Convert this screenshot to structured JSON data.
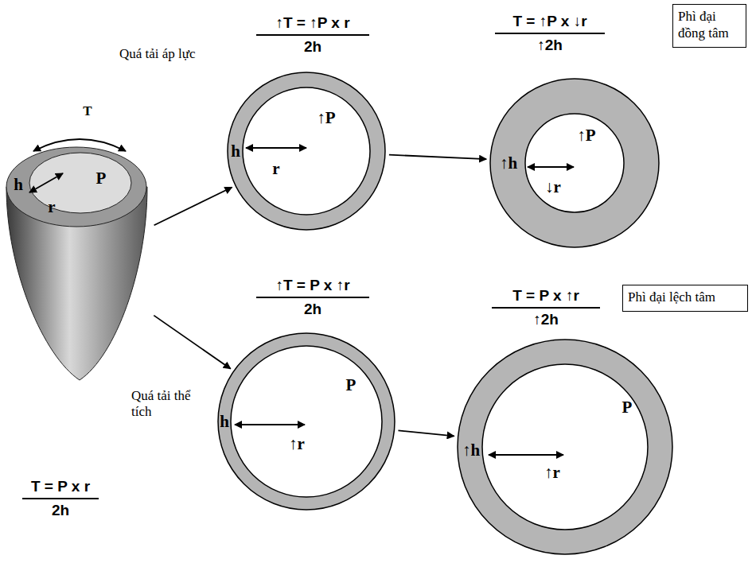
{
  "diagram": {
    "nodes": [
      {
        "text": [
          "h",
          "r",
          "P"
        ]
      },
      {
        "text": [
          "↑P",
          "h",
          "r"
        ]
      },
      {
        "text": [
          "↑P",
          "↑h",
          "↓r"
        ]
      },
      {
        "text": [
          "P",
          "h",
          "↑r"
        ]
      },
      {
        "text": [
          "P",
          "↑h",
          "↑r"
        ]
      },
      {
        "text": [
          "Phì đại đồng tâm"
        ]
      },
      {
        "text": [
          "Phì đại lệch tâm"
        ]
      }
    ],
    "edges": [
      {
        "from": 0,
        "to": 1,
        "arrow": "to"
      },
      {
        "from": 0,
        "to": 3,
        "arrow": "to"
      },
      {
        "from": 1,
        "to": 2,
        "arrow": "to"
      },
      {
        "from": 3,
        "to": 4,
        "arrow": "to"
      }
    ],
    "labels": [
      "T",
      "Quá tải áp lực",
      "Quá tải thể tích",
      "T = P x r",
      "2h",
      "↑T = ↑P x r",
      "2h",
      "T = ↑P x ↓r",
      "↑2h",
      "↑T = P x ↑r",
      "2h",
      "T = P x ↑r",
      "↑2h"
    ]
  }
}
